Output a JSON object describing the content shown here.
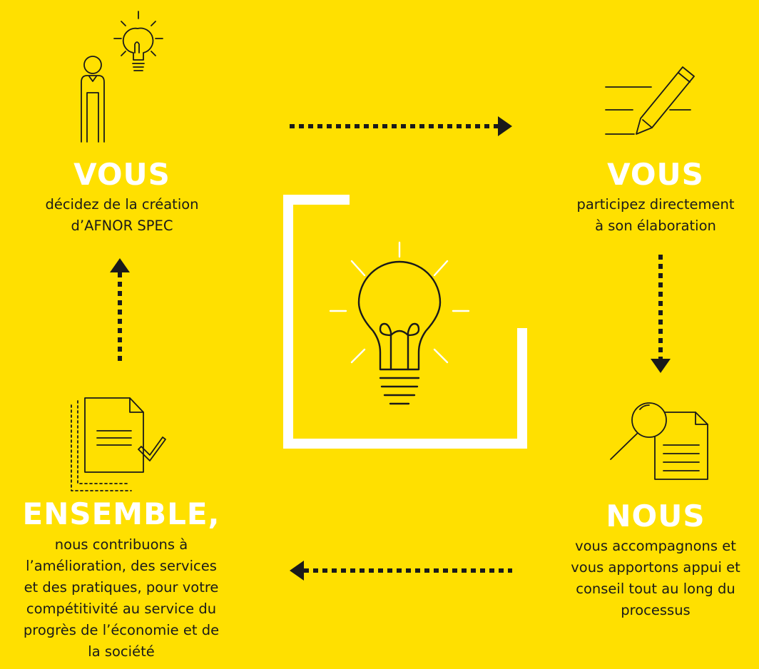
{
  "steps": {
    "top_left": {
      "title": "VOUS",
      "lines": [
        "décidez de la création",
        "d’AFNOR SPEC"
      ]
    },
    "top_right": {
      "title": "VOUS",
      "lines": [
        "participez directement",
        "à son élaboration"
      ]
    },
    "bottom_right": {
      "title": "NOUS",
      "lines": [
        "vous accompagnons et",
        "vous apportons appui et",
        "conseil tout au long du",
        "processus"
      ]
    },
    "bottom_left": {
      "title": "ENSEMBLE,",
      "lines": [
        "nous contribuons à",
        "l’amélioration, des services",
        "et des pratiques, pour votre",
        "compétitivité au service du",
        "progrès de l’économie et de",
        "la société"
      ]
    }
  },
  "icons": {
    "top_left": "person-with-idea-icon",
    "top_right": "pencil-writing-icon",
    "bottom_right": "magnifier-document-icon",
    "bottom_left": "approved-documents-icon",
    "center": "lightbulb-icon"
  },
  "colors": {
    "background": "#FFE000",
    "title": "#FFFFFF",
    "text": "#1A1A1A"
  }
}
